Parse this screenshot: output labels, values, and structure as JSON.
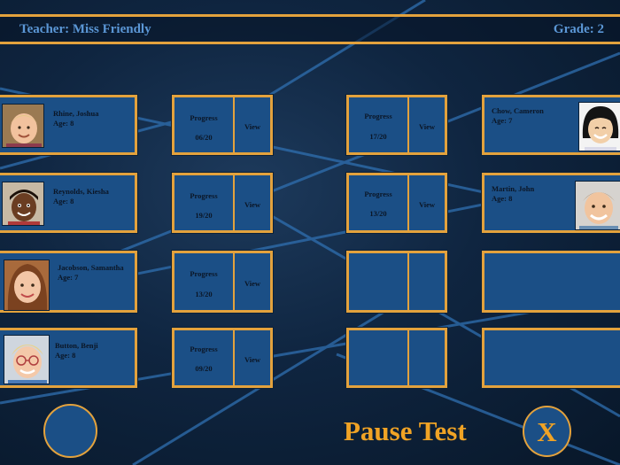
{
  "header": {
    "teacher": "Teacher: Miss Friendly",
    "grade": "Grade: 2"
  },
  "students": [
    {
      "name": "Rhine, Joshua",
      "age": "Age: 8",
      "progress_label": "Progress",
      "score": "06/20",
      "view_label": "View"
    },
    {
      "name": "Reynolds, Kiesha",
      "age": "Age: 8",
      "progress_label": "Progress",
      "score": "19/20",
      "view_label": "View"
    },
    {
      "name": "Jacobson, Samantha",
      "age": "Age: 7",
      "progress_label": "Progress",
      "score": "13/20",
      "view_label": "View"
    },
    {
      "name": "Button, Benji",
      "age": "Age: 8",
      "progress_label": "Progress",
      "score": "09/20",
      "view_label": "View"
    },
    {
      "name": "Chow, Cameron",
      "age": "Age: 7",
      "progress_label": "Progress",
      "score": "17/20",
      "view_label": "View"
    },
    {
      "name": "Martin, John",
      "age": "Age: 8",
      "progress_label": "Progress",
      "score": "13/20",
      "view_label": "View"
    }
  ],
  "footer": {
    "pause_label": "Pause Test",
    "close_label": "X"
  },
  "colors": {
    "accent": "#e3a23d",
    "tile": "#1b4f86",
    "header_text": "#5b97d6",
    "button_text": "#f0a325"
  }
}
